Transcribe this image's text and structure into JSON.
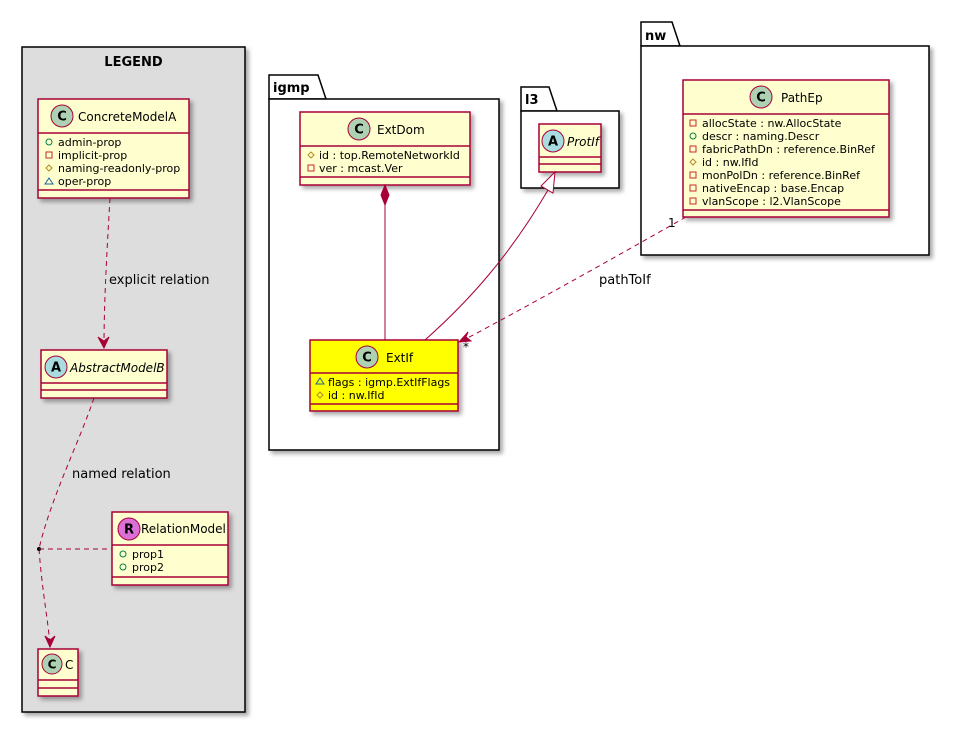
{
  "colors": {
    "class_fill": "#FEFECE",
    "class_border": "#A80036",
    "highlight_fill": "#FFFF00",
    "legend_fill": "#DDDDDD",
    "edge": "#A80036",
    "badge_class": "#ADD1B2",
    "badge_abstract": "#A9DCDF",
    "badge_relation": "#DA70D6"
  },
  "legend": {
    "title": "LEGEND",
    "concrete": {
      "badge": "C",
      "name": "ConcreteModelA",
      "members": [
        {
          "visibility": "public",
          "text": "admin-prop"
        },
        {
          "visibility": "private",
          "text": "implicit-prop"
        },
        {
          "visibility": "protected",
          "text": "naming-readonly-prop"
        },
        {
          "visibility": "package",
          "text": "oper-prop"
        }
      ]
    },
    "abstract": {
      "badge": "A",
      "name": "AbstractModelB"
    },
    "relation": {
      "badge": "R",
      "name": "RelationModel",
      "members": [
        {
          "visibility": "public",
          "text": "prop1"
        },
        {
          "visibility": "public",
          "text": "prop2"
        }
      ]
    },
    "c_class": {
      "badge": "C",
      "name": "C"
    },
    "explicit_label": "explicit relation",
    "named_label": "named relation"
  },
  "packages": {
    "igmp": {
      "label": "igmp"
    },
    "l3": {
      "label": "l3"
    },
    "nw": {
      "label": "nw"
    }
  },
  "classes": {
    "extdom": {
      "badge": "C",
      "name": "ExtDom",
      "members": [
        {
          "visibility": "protected",
          "text": "id : top.RemoteNetworkId"
        },
        {
          "visibility": "private",
          "text": "ver : mcast.Ver"
        }
      ]
    },
    "extif": {
      "badge": "C",
      "name": "ExtIf",
      "members": [
        {
          "visibility": "package",
          "text": "flags : igmp.ExtIfFlags"
        },
        {
          "visibility": "protected",
          "text": "id : nw.IfId"
        }
      ]
    },
    "protif": {
      "badge": "A",
      "name": "ProtIf"
    },
    "pathep": {
      "badge": "C",
      "name": "PathEp",
      "members": [
        {
          "visibility": "private",
          "text": "allocState : nw.AllocState"
        },
        {
          "visibility": "public",
          "text": "descr : naming.Descr"
        },
        {
          "visibility": "private",
          "text": "fabricPathDn : reference.BinRef"
        },
        {
          "visibility": "protected",
          "text": "id : nw.IfId"
        },
        {
          "visibility": "private",
          "text": "monPolDn : reference.BinRef"
        },
        {
          "visibility": "private",
          "text": "nativeEncap : base.Encap"
        },
        {
          "visibility": "private",
          "text": "vlanScope : l2.VlanScope"
        }
      ]
    }
  },
  "edges": {
    "path_to_if": {
      "label": "pathToIf",
      "source_mult": "1",
      "target_mult": "*"
    }
  }
}
